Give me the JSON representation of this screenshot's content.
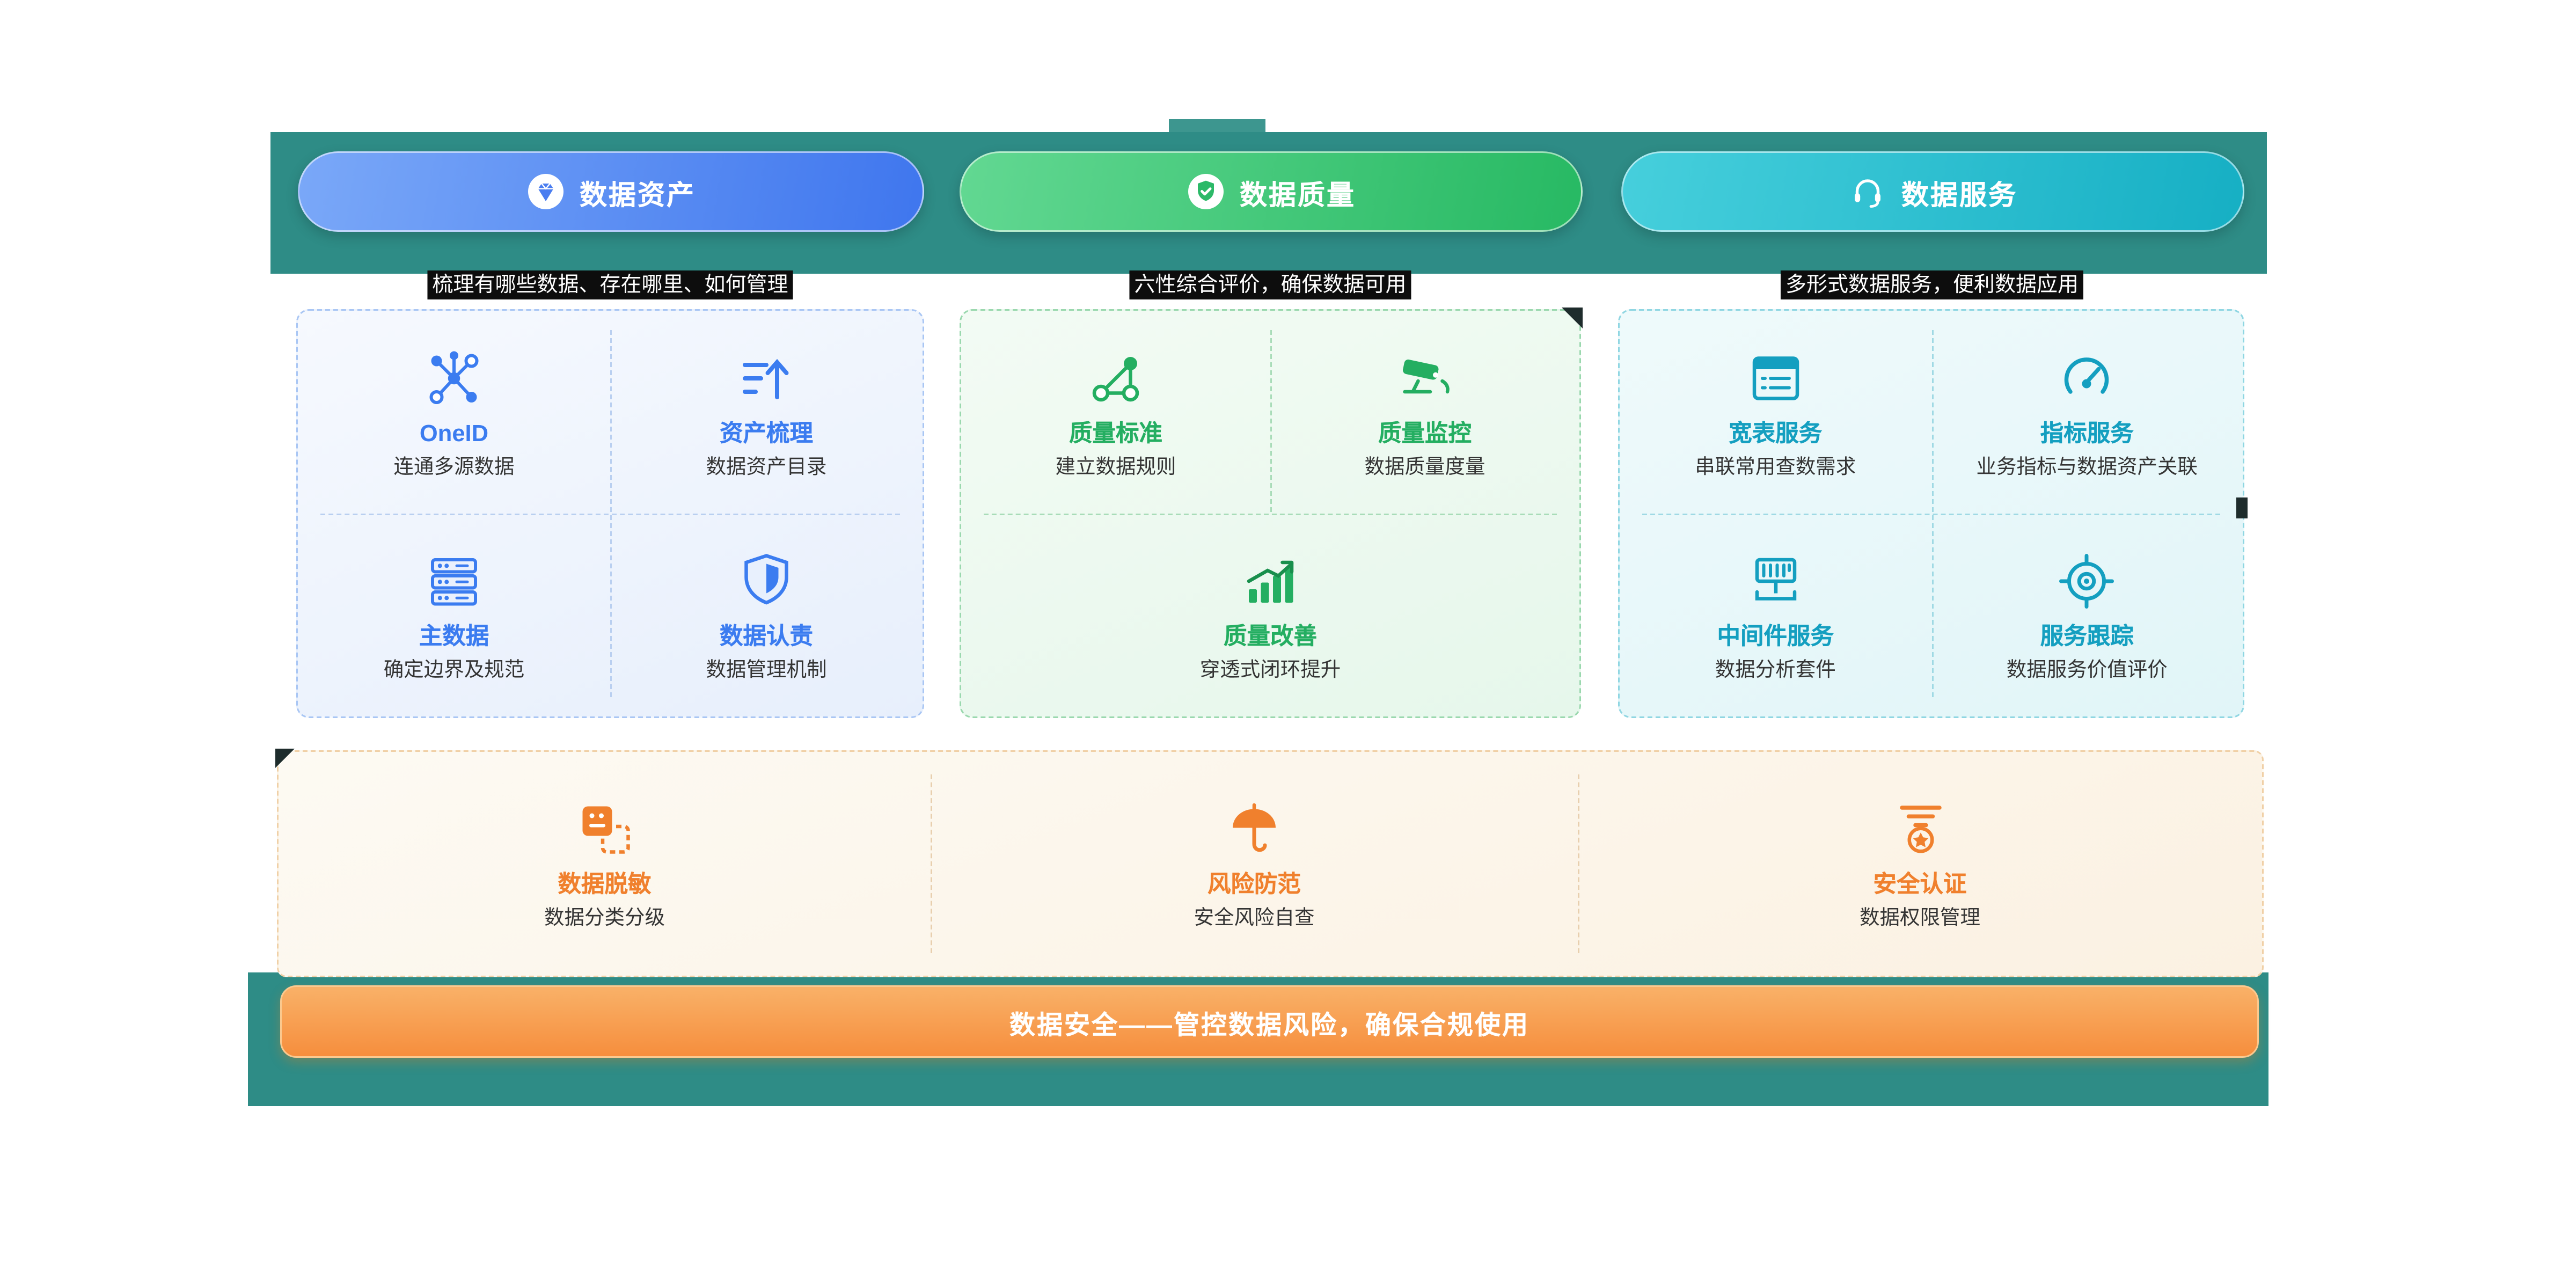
{
  "theme": {
    "teal_band": "#2e8c86",
    "blue_accent": "#3b7cf0",
    "green_accent": "#24ae61",
    "cyan_accent": "#149fc0",
    "orange_accent": "#f0802d",
    "caption_bg": "#0d0d0d"
  },
  "header": {
    "tabs": [
      {
        "label": "数据资产",
        "icon": "gem-icon"
      },
      {
        "label": "数据质量",
        "icon": "shield-check-icon"
      },
      {
        "label": "数据服务",
        "icon": "headset-icon"
      }
    ],
    "captions": [
      "梳理有哪些数据、存在哪里、如何管理",
      "六性综合评价，确保数据可用",
      "多形式数据服务，便利数据应用"
    ]
  },
  "cards": [
    {
      "name": "数据资产",
      "items": [
        {
          "title": "OneID",
          "subtitle": "连通多源数据",
          "icon": "network-icon"
        },
        {
          "title": "资产梳理",
          "subtitle": "数据资产目录",
          "icon": "sort-arrow-icon"
        },
        {
          "title": "主数据",
          "subtitle": "确定边界及规范",
          "icon": "database-icon"
        },
        {
          "title": "数据认责",
          "subtitle": "数据管理机制",
          "icon": "shield-icon"
        }
      ]
    },
    {
      "name": "数据质量",
      "items": [
        {
          "title": "质量标准",
          "subtitle": "建立数据规则",
          "icon": "ruler-nodes-icon"
        },
        {
          "title": "质量监控",
          "subtitle": "数据质量度量",
          "icon": "cctv-icon"
        },
        {
          "title": "质量改善",
          "subtitle": "穿透式闭环提升",
          "icon": "chart-up-icon"
        }
      ]
    },
    {
      "name": "数据服务",
      "items": [
        {
          "title": "宽表服务",
          "subtitle": "串联常用查数需求",
          "icon": "table-icon"
        },
        {
          "title": "指标服务",
          "subtitle": "业务指标与数据资产关联",
          "icon": "gauge-icon"
        },
        {
          "title": "中间件服务",
          "subtitle": "数据分析套件",
          "icon": "middleware-icon"
        },
        {
          "title": "服务跟踪",
          "subtitle": "数据服务价值评价",
          "icon": "target-icon"
        }
      ]
    }
  ],
  "security": {
    "items": [
      {
        "title": "数据脱敏",
        "subtitle": "数据分类分级",
        "icon": "mask-icon"
      },
      {
        "title": "风险防范",
        "subtitle": "安全风险自查",
        "icon": "umbrella-icon"
      },
      {
        "title": "安全认证",
        "subtitle": "数据权限管理",
        "icon": "badge-icon"
      }
    ],
    "banner": "数据安全——管控数据风险，确保合规使用"
  }
}
